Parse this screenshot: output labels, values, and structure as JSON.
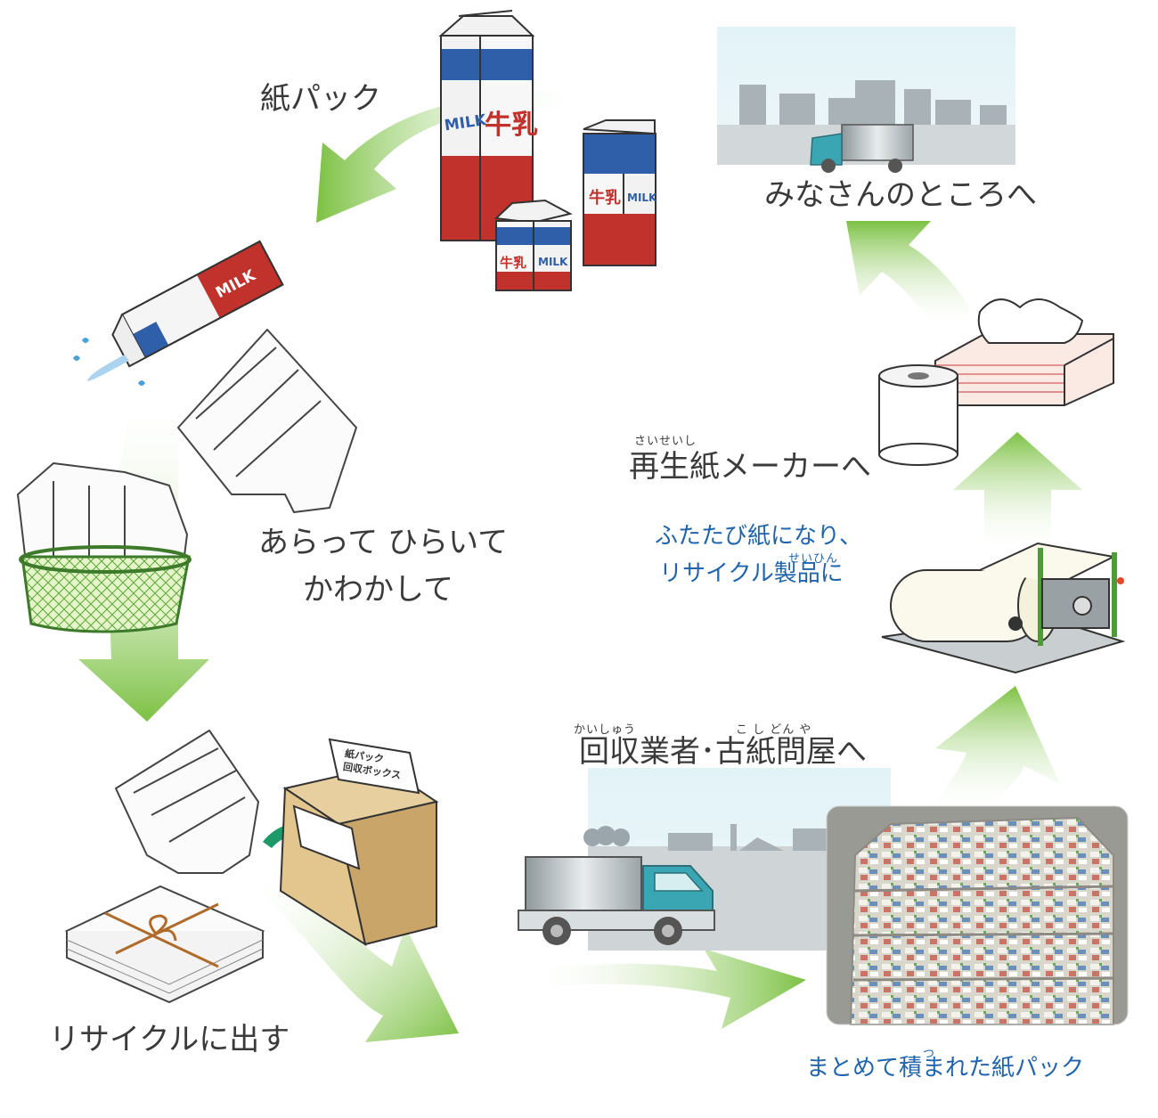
{
  "steps": {
    "carton_pack": {
      "label": "紙パック"
    },
    "wash_open_dry": {
      "line1": "あらって ひらいて",
      "line2": "かわかして"
    },
    "put_out_recycling": {
      "label": "リサイクルに出す"
    },
    "collectors": {
      "label": "回収業者･古紙問屋へ",
      "ruby_kaishuu": "かいしゅう",
      "ruby_koshidonya": "こ し どん や"
    },
    "baled_packs": {
      "label": "まとめて積まれた紙パック",
      "ruby_tsu": "つ"
    },
    "recycled_products": {
      "line1": "ふたたび紙になり、",
      "line2": "リサイクル製品に",
      "ruby_seihin": "せいひん"
    },
    "paper_maker": {
      "label": "再生紙メーカーへ",
      "ruby_saiseishi": "さいせいし"
    },
    "to_everyone": {
      "label": "みなさんのところへ"
    }
  },
  "carton_text": {
    "milk_latin": "MILK",
    "gyunyu": "牛乳"
  },
  "box_sign": {
    "line1": "紙パック",
    "line2": "回収ボックス"
  },
  "colors": {
    "arrow_green": "#7cc143",
    "label_gray": "#3a3a3a",
    "label_blue": "#1f64ad",
    "carton_blue": "#2f5fa8",
    "carton_red": "#c0322b",
    "truck_teal": "#3aa6b4"
  }
}
